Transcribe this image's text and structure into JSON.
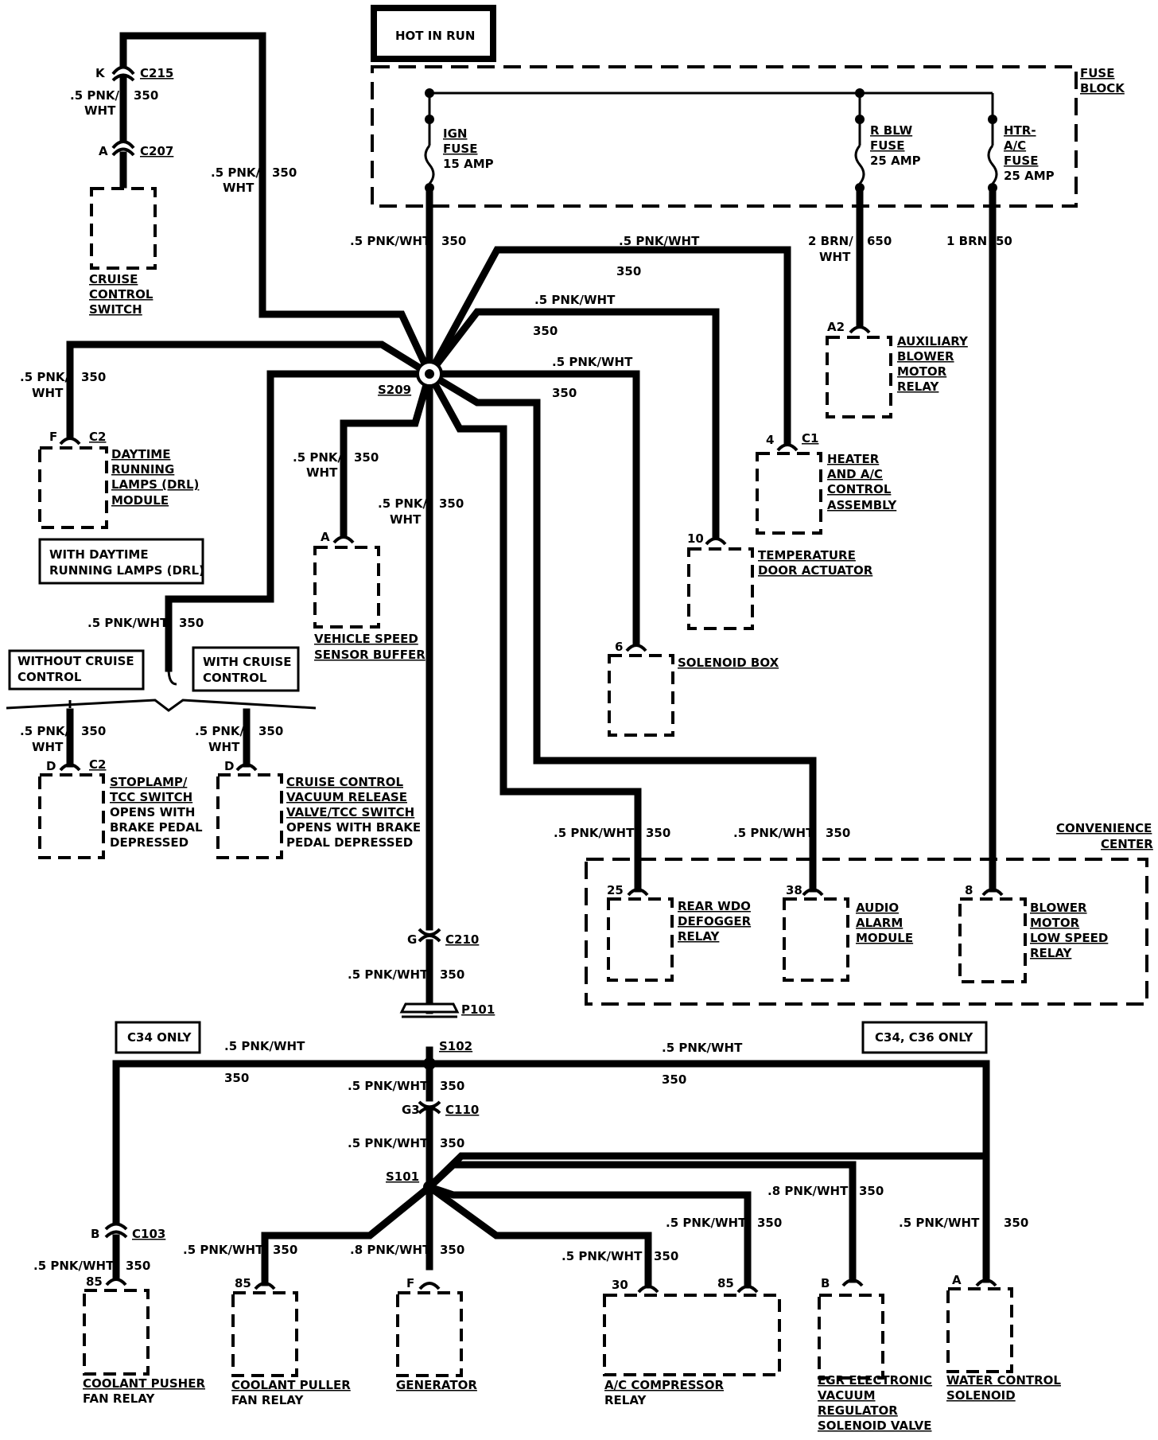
{
  "hot_in_run": "HOT IN RUN",
  "fuse_block": {
    "line1": "FUSE",
    "line2": "BLOCK"
  },
  "fuses": [
    {
      "lines": [
        "IGN",
        "FUSE",
        "15 AMP"
      ]
    },
    {
      "lines": [
        "R BLW",
        "FUSE",
        "25 AMP"
      ]
    },
    {
      "lines": [
        "HTR-",
        "A/C",
        "FUSE",
        "25 AMP"
      ]
    }
  ],
  "wire_pnk": ".5 PNK/WHT",
  "wire_pnk_a": ".5 PNK/",
  "wire_pnk_b": "WHT",
  "wire_pnk8": ".8 PNK/WHT",
  "circuit_350": "350",
  "wire_brn_a": "2 BRN/",
  "wire_brn_b": "WHT",
  "circuit_650": "650",
  "wire_brn1": "1 BRN",
  "circuit_50": "50",
  "connectors": {
    "c215": "C215",
    "k": "K",
    "c207": "C207",
    "a": "A",
    "s209": "S209",
    "c210": "C210",
    "g": "G",
    "p101": "P101",
    "s102": "S102",
    "c110": "C110",
    "g3": "G3",
    "s101": "S101",
    "c103": "C103",
    "b": "B",
    "c2": "C2",
    "f": "F",
    "d": "D",
    "c1": "C1",
    "a2": "A2",
    "pin4": "4",
    "pin10": "10",
    "pin6": "6",
    "pin25": "25",
    "pin38": "38",
    "pin8": "8",
    "pin85": "85",
    "pin30": "30"
  },
  "components": {
    "cruise_switch": [
      "CRUISE",
      "CONTROL",
      "SWITCH"
    ],
    "drl_module": [
      "DAYTIME",
      "RUNNING",
      "LAMPS (DRL)",
      "MODULE"
    ],
    "vss_buffer": [
      "VEHICLE SPEED",
      "SENSOR BUFFER"
    ],
    "aux_blower_relay": [
      "AUXILIARY",
      "BLOWER",
      "MOTOR",
      "RELAY"
    ],
    "heater_ac": [
      "HEATER",
      "AND A/C",
      "CONTROL",
      "ASSEMBLY"
    ],
    "temp_door": [
      "TEMPERATURE",
      "DOOR ACTUATOR"
    ],
    "solenoid_box": [
      "SOLENOID BOX"
    ],
    "stoplamp": [
      "STOPLAMP/",
      "TCC SWITCH",
      "OPENS WITH",
      "BRAKE PEDAL",
      "DEPRESSED"
    ],
    "cruise_vacuum": [
      "CRUISE CONTROL",
      "VACUUM RELEASE",
      "VALVE/TCC SWITCH",
      "OPENS WITH BRAKE",
      "PEDAL DEPRESSED"
    ],
    "rear_wdo": [
      "REAR WDO",
      "DEFOGGER",
      "RELAY"
    ],
    "audio_alarm": [
      "AUDIO",
      "ALARM",
      "MODULE"
    ],
    "blower_low": [
      "BLOWER",
      "MOTOR",
      "LOW SPEED",
      "RELAY"
    ],
    "coolant_pusher": [
      "COOLANT PUSHER",
      "FAN RELAY"
    ],
    "coolant_puller": [
      "COOLANT PULLER",
      "FAN RELAY"
    ],
    "generator": [
      "GENERATOR"
    ],
    "ac_relay": [
      "A/C COMPRESSOR",
      "RELAY"
    ],
    "egr": [
      "EGR ELECTRONIC",
      "VACUUM",
      "REGULATOR",
      "SOLENOID VALVE"
    ],
    "water_solenoid": [
      "WATER CONTROL",
      "SOLENOID"
    ]
  },
  "option_labels": {
    "with_drl": [
      "WITH DAYTIME",
      "RUNNING LAMPS (DRL)"
    ],
    "without_cruise": [
      "WITHOUT CRUISE",
      "CONTROL"
    ],
    "with_cruise": [
      "WITH CRUISE",
      "CONTROL"
    ],
    "c34_only": "C34 ONLY",
    "c34_c36_only": "C34, C36  ONLY"
  },
  "convenience_center": {
    "line1": "CONVENIENCE",
    "line2": "CENTER"
  }
}
